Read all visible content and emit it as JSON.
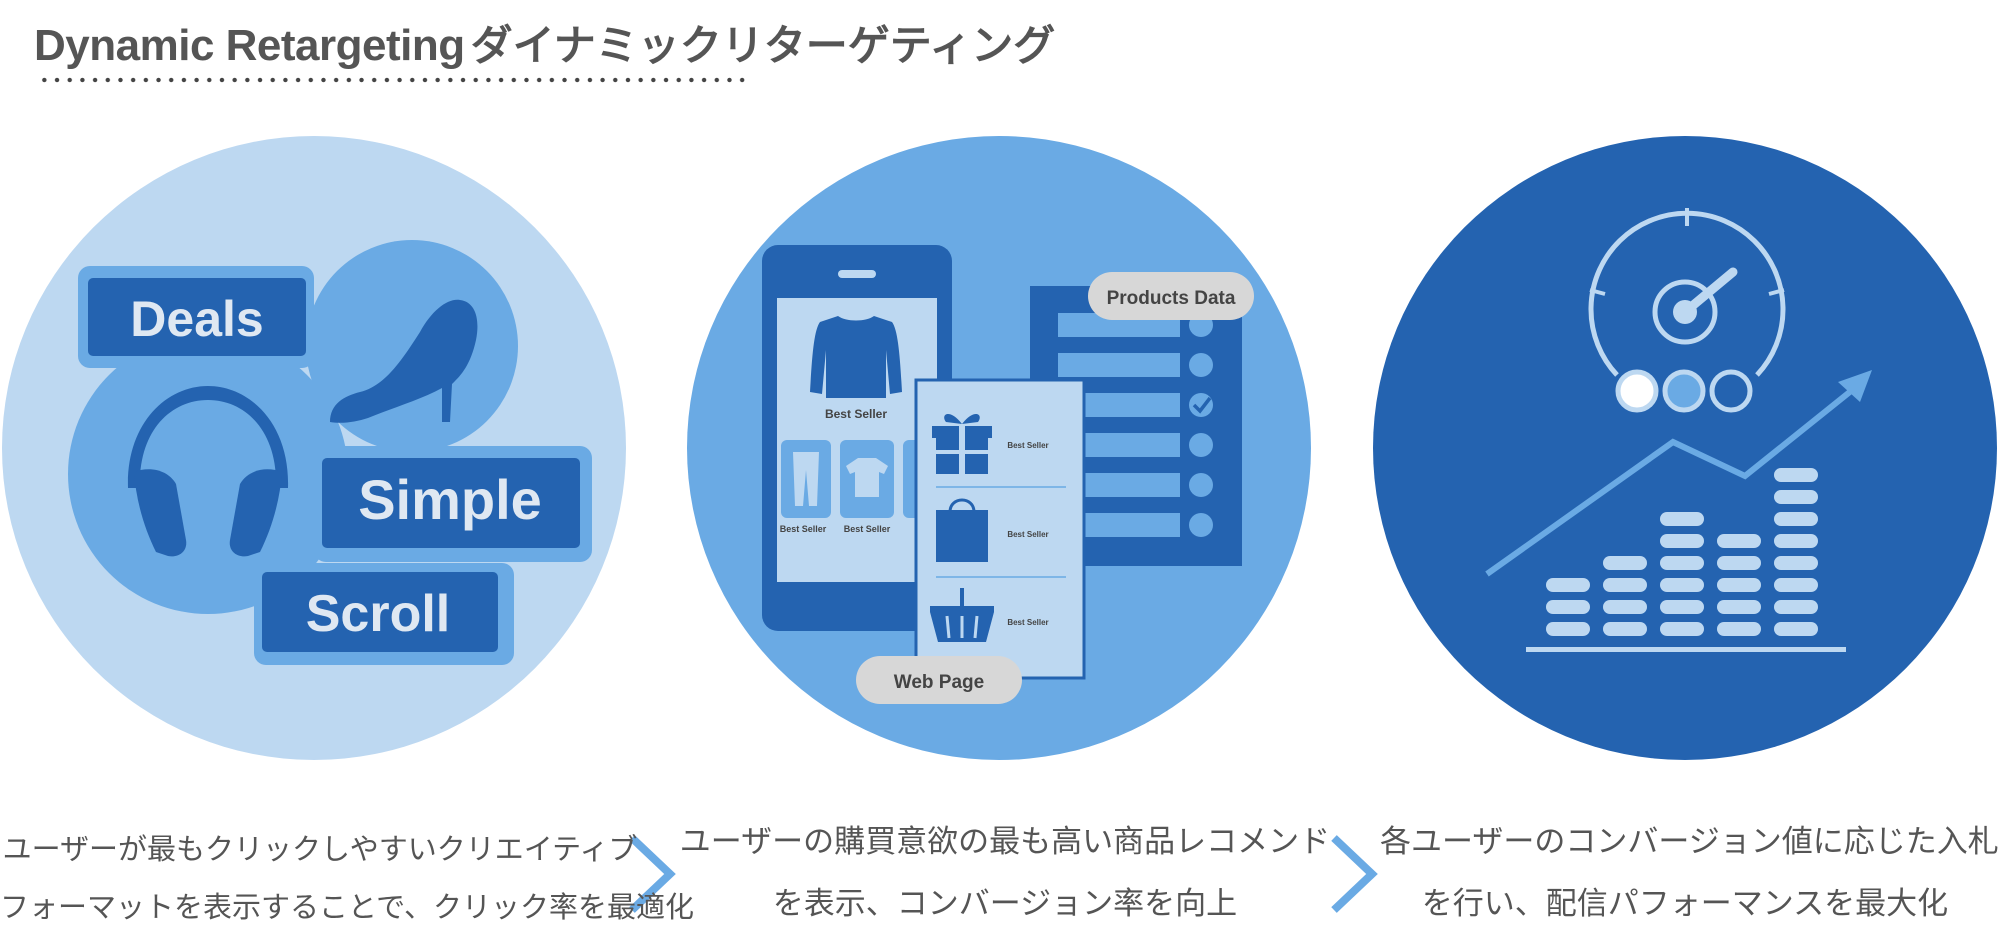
{
  "title": {
    "english": "Dynamic Retargeting",
    "japanese": "ダイナミックリターゲティング"
  },
  "panel1": {
    "labels": {
      "deals": "Deals",
      "simple": "Simple",
      "scroll": "Scroll"
    },
    "icons": [
      "headphones-icon",
      "high-heel-icon"
    ],
    "caption": {
      "line1": "ユーザーが最もクリックしやすいクリエイティブ",
      "line2": "フォーマットを表示することで、クリック率を最適化"
    }
  },
  "panel2": {
    "products_data_label": "Products Data",
    "web_page_label": "Web Page",
    "phone": {
      "main_item_label": "Best Seller",
      "thumb_labels": [
        "Best Seller",
        "Best Seller"
      ]
    },
    "webpage_items": [
      {
        "icon": "gift-icon",
        "label": "Best Seller"
      },
      {
        "icon": "shopping-bag-icon",
        "label": "Best Seller"
      },
      {
        "icon": "basket-icon",
        "label": "Best Seller"
      }
    ],
    "caption": {
      "line1": "ユーザーの購買意欲の最も高い商品レコメンド",
      "line2": "を表示、コンバージョン率を向上"
    }
  },
  "panel3": {
    "icons": [
      "gauge-icon",
      "bar-chart-icon",
      "trend-arrow-icon"
    ],
    "caption": {
      "line1": "各ユーザーのコンバージョン値に応じた入札",
      "line2": "を行い、配信パフォーマンスを最大化"
    }
  },
  "colors": {
    "light_blue": "#bdd8f1",
    "mid_blue": "#6aaae4",
    "dark_blue": "#2463b0",
    "pill_gray": "#d7d7d7",
    "text_gray": "#555555"
  }
}
